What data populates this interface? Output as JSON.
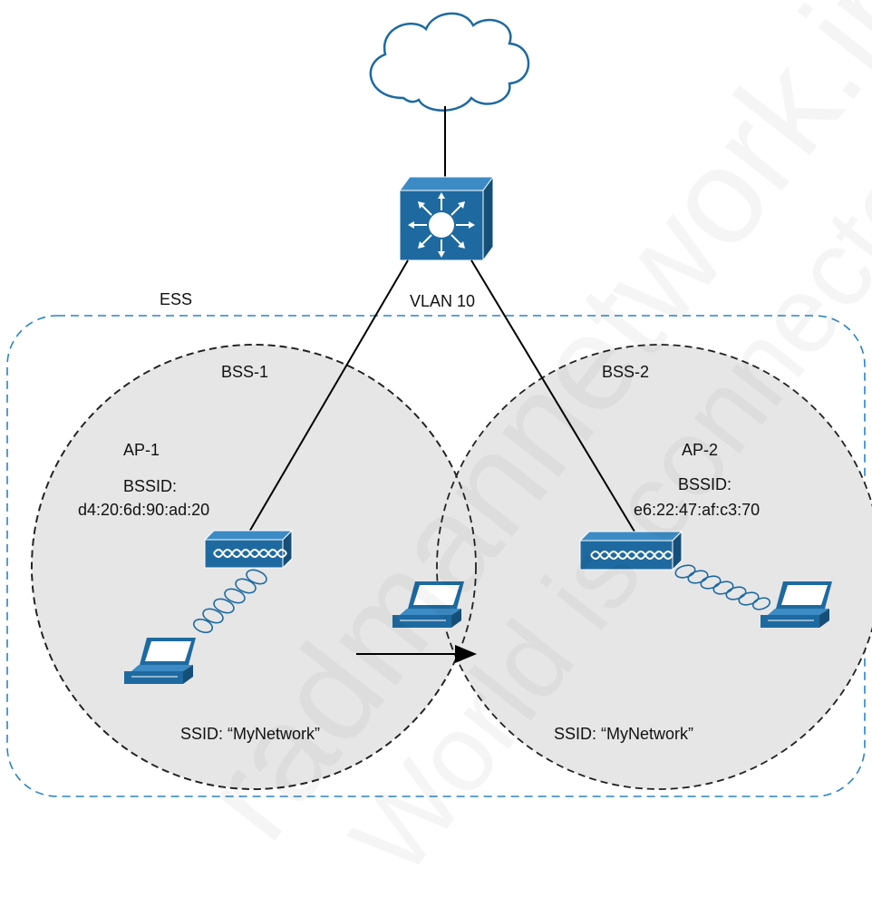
{
  "labels": {
    "ess": "ESS",
    "vlan": "VLAN 10",
    "bss1": "BSS-1",
    "bss2": "BSS-2",
    "ap1": "AP-1",
    "ap2": "AP-2",
    "bssid1_label": "BSSID:",
    "bssid1_value": "d4:20:6d:90:ad:20",
    "bssid2_label": "BSSID:",
    "bssid2_value": "e6:22:47:af:c3:70",
    "ssid1": "SSID: “MyNetwork”",
    "ssid2": "SSID: “MyNetwork”"
  },
  "watermark": {
    "line1": "radmannetwork.ir",
    "line2": "World is connected"
  },
  "colors": {
    "device_blue": "#1e6aa0",
    "device_blue_dark": "#154f78",
    "ess_border": "#2b84c6",
    "bss_fill": "#e6e6e6",
    "line": "#000000"
  },
  "icons": {
    "cloud": "cloud-icon",
    "switch": "multilayer-switch-icon",
    "access_point": "access-point-icon",
    "laptop": "laptop-icon",
    "wireless_link": "wireless-signal-icon"
  }
}
